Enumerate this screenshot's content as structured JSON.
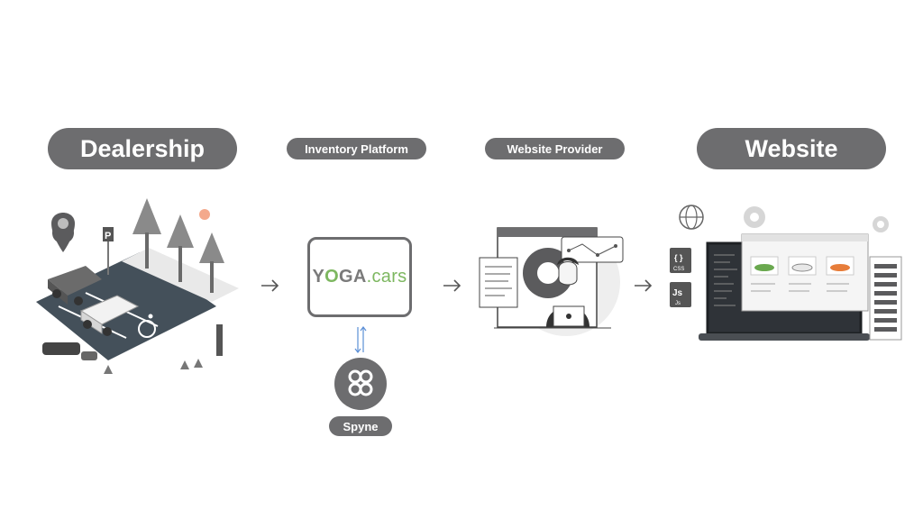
{
  "stages": {
    "dealership": {
      "label": "Dealership"
    },
    "inventory_platform": {
      "label": "Inventory Platform"
    },
    "website_provider": {
      "label": "Website Provider"
    },
    "website": {
      "label": "Website"
    }
  },
  "inventory_logo": {
    "brand": "YOGA",
    "o_letter": "O",
    "rest": "GA",
    "prefix": "Y",
    "suffix": ".cars"
  },
  "spyne": {
    "label": "Spyne"
  },
  "file_icons": {
    "css": "CSS",
    "css_glyph": "{ }",
    "js": "Js",
    "js_small": "Js"
  },
  "colors": {
    "pill": "#6d6d6f",
    "accent_green": "#7db760",
    "arrow": "#555555",
    "link_blue": "#5b8fd6"
  }
}
